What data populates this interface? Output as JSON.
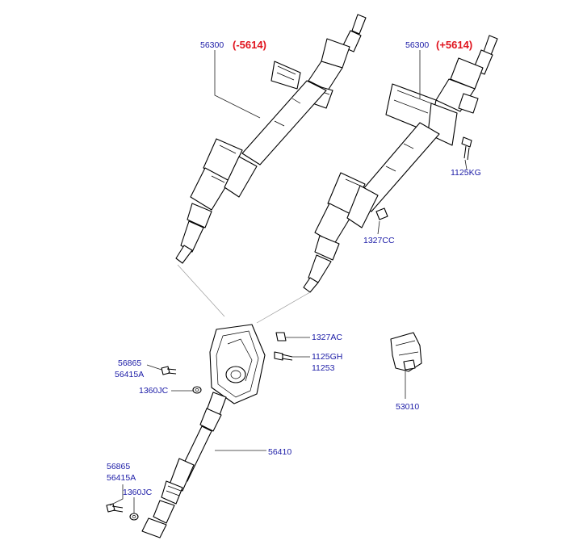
{
  "diagram": {
    "colors": {
      "label": "#1a1aa6",
      "variant": "#e0141e",
      "line": "#000000",
      "leader": "#222222"
    },
    "labels": {
      "col_left_part": "56300",
      "col_left_variant": "(-5614)",
      "col_right_part": "56300",
      "col_right_variant": "(+5614)",
      "bolt_1125kg": "1125KG",
      "nut_1327cc": "1327CC",
      "nut_1327ac": "1327AC",
      "bolt_1125gh": "1125GH",
      "bolt_11253": "11253",
      "bolt_56865_upper": "56865",
      "bolt_56415a_upper": "56415A",
      "washer_1360jc_upper": "1360JC",
      "bracket_53010": "53010",
      "shaft_56410": "56410",
      "bolt_56865_lower": "56865",
      "bolt_56415a_lower": "56415A",
      "washer_1360jc_lower": "1360JC"
    }
  }
}
